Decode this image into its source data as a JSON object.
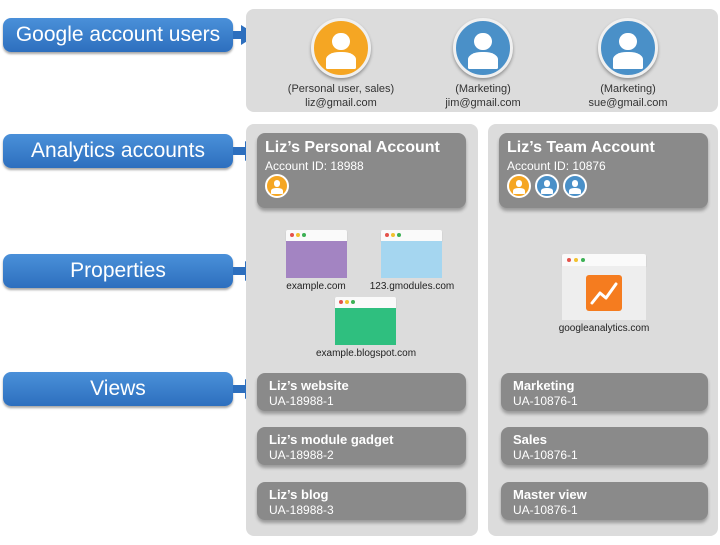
{
  "labels": {
    "users": "Google account users",
    "accounts": "Analytics accounts",
    "properties": "Properties",
    "views": "Views"
  },
  "users": [
    {
      "role": "(Personal user, sales)",
      "email": "liz@gmail.com",
      "color": "#f5a623",
      "icon": "person-icon"
    },
    {
      "role": "(Marketing)",
      "email": "jim@gmail.com",
      "color": "#4a90c8",
      "icon": "person-icon"
    },
    {
      "role": "(Marketing)",
      "email": "sue@gmail.com",
      "color": "#4a90c8",
      "icon": "person-icon"
    }
  ],
  "accounts": [
    {
      "name": "Liz’s Personal Account",
      "id_text": "Account ID: 18988"
    },
    {
      "name": "Liz’s Team Account",
      "id_text": "Account ID: 10876"
    }
  ],
  "properties": [
    {
      "label": "example.com",
      "color": "#a384c2"
    },
    {
      "label": "123.gmodules.com",
      "color": "#a5d6f0"
    },
    {
      "label": "example.blogspot.com",
      "color": "#2fbf7f"
    },
    {
      "label": "googleanalytics.com",
      "color": "#eeeeee",
      "icon": "analytics-chart-icon",
      "icon_color": "#f57c1f"
    }
  ],
  "views_left": [
    {
      "name": "Liz’s website",
      "id": "UA-18988-1"
    },
    {
      "name": "Liz’s module gadget",
      "id": "UA-18988-2"
    },
    {
      "name": "Liz’s blog",
      "id": "UA-18988-3"
    }
  ],
  "views_right": [
    {
      "name": "Marketing",
      "id": "UA-10876-1"
    },
    {
      "name": "Sales",
      "id": "UA-10876-1"
    },
    {
      "name": "Master view",
      "id": "UA-10876-1"
    }
  ],
  "colors": {
    "label_blue": "#2d6fbe",
    "panel": "#dcdcdc",
    "card": "#8a8a8a",
    "orange_user": "#f5a623",
    "blue_user": "#4a90c8"
  }
}
